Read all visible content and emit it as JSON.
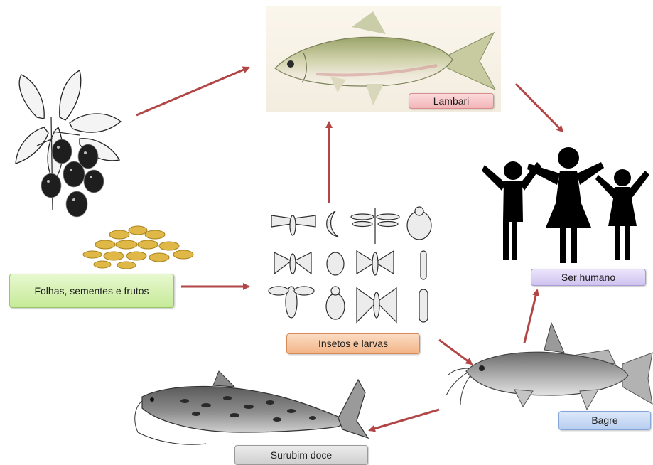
{
  "nodes": {
    "lambari": "Lambari",
    "ser_humano": "Ser humano",
    "folhas": "Folhas, sementes e frutos",
    "insetos": "Insetos e larvas",
    "bagre": "Bagre",
    "surubim": "Surubim doce"
  },
  "colors": {
    "arrow": "#b24545",
    "lambari_label": "#f6c7c9",
    "ser_humano_label": "#dcd3f3",
    "folhas_label": "#d6f2b4",
    "insetos_label": "#f7ccaa",
    "bagre_label": "#c7d8f4",
    "surubim_label": "#dcdcdc"
  },
  "edges": [
    {
      "from": "folhas",
      "to": "lambari"
    },
    {
      "from": "insetos",
      "to": "lambari"
    },
    {
      "from": "lambari",
      "to": "ser_humano"
    },
    {
      "from": "folhas",
      "to": "insetos"
    },
    {
      "from": "insetos",
      "to": "bagre"
    },
    {
      "from": "bagre",
      "to": "ser_humano"
    },
    {
      "from": "bagre",
      "to": "surubim"
    }
  ]
}
